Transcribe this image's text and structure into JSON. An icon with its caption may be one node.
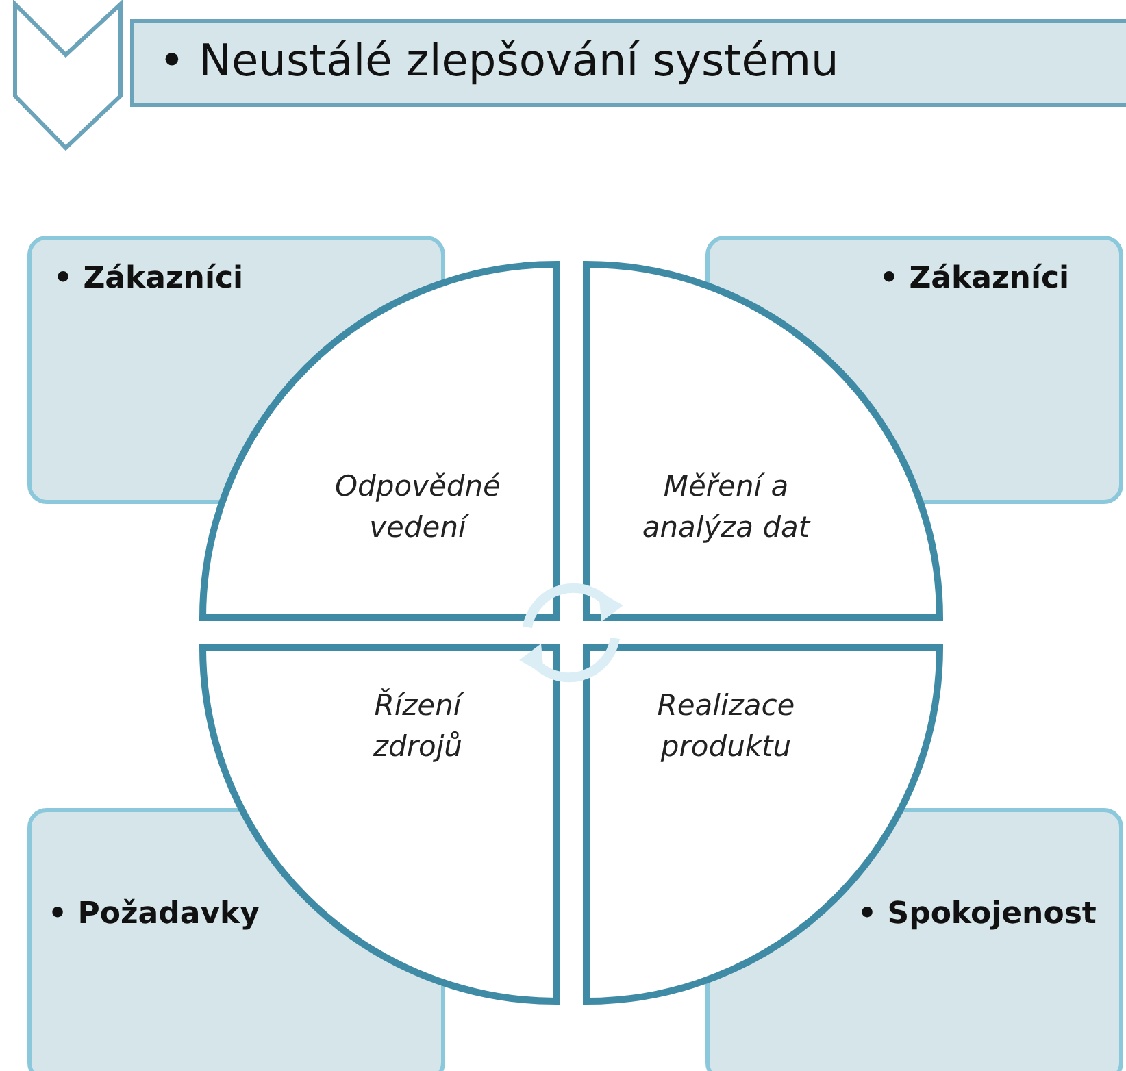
{
  "diagram": {
    "nodes": [
      {
        "text": [
          "• Neustálé zlepšování systému"
        ]
      },
      {
        "text": [
          "• Zákazníci"
        ]
      },
      {
        "text": [
          "• Zákazníci"
        ]
      },
      {
        "text": [
          "• Požadavky"
        ]
      },
      {
        "text": [
          "• Spokojenost"
        ]
      },
      {
        "text": [
          "Odpovědné vedení"
        ]
      },
      {
        "text": [
          "Měření a analýza dat"
        ]
      },
      {
        "text": [
          "Řízení zdrojů"
        ]
      },
      {
        "text": [
          "Realizace produktu"
        ]
      }
    ],
    "edges": []
  }
}
